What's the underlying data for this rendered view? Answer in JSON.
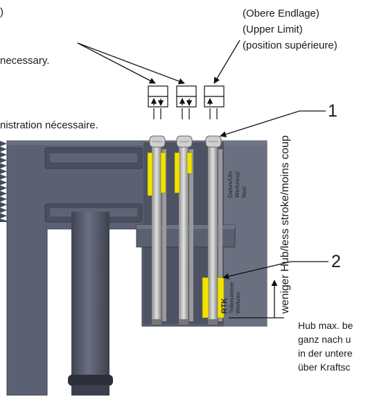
{
  "text": {
    "top_left_paren": ")",
    "left_necessary": "necessary.",
    "left_french": "nistration nécessaire.",
    "upper_limit_de": "(Obere Endlage)",
    "upper_limit_en": "(Upper Limit)",
    "upper_limit_fr": "(position supérieure)",
    "callout_1": "1",
    "callout_2": "2",
    "vertical_stroke": "weniger Hub/less stroke/moins coup",
    "engraving_top": [
      "Datum/Uhr",
      "Werkzeug/",
      "Nest"
    ],
    "engraving_logo": "RTK",
    "engraving_bottom": [
      "Teilenummer",
      "Werkzeu"
    ],
    "hub_lines": [
      "Hub max. be",
      "ganz nach u",
      "in der untere",
      "über Kraftsc"
    ]
  },
  "colors": {
    "body_main": "#5b6173",
    "body_dark": "#454a5a",
    "body_light": "#727888",
    "rod_light": "#c9c9c9",
    "rod_dark": "#8e8e8e",
    "marker_yellow": "#f0e300",
    "line": "#111111"
  },
  "icons": [
    "arrow-icon",
    "valve-symbol-icon",
    "pin-head-icon"
  ]
}
